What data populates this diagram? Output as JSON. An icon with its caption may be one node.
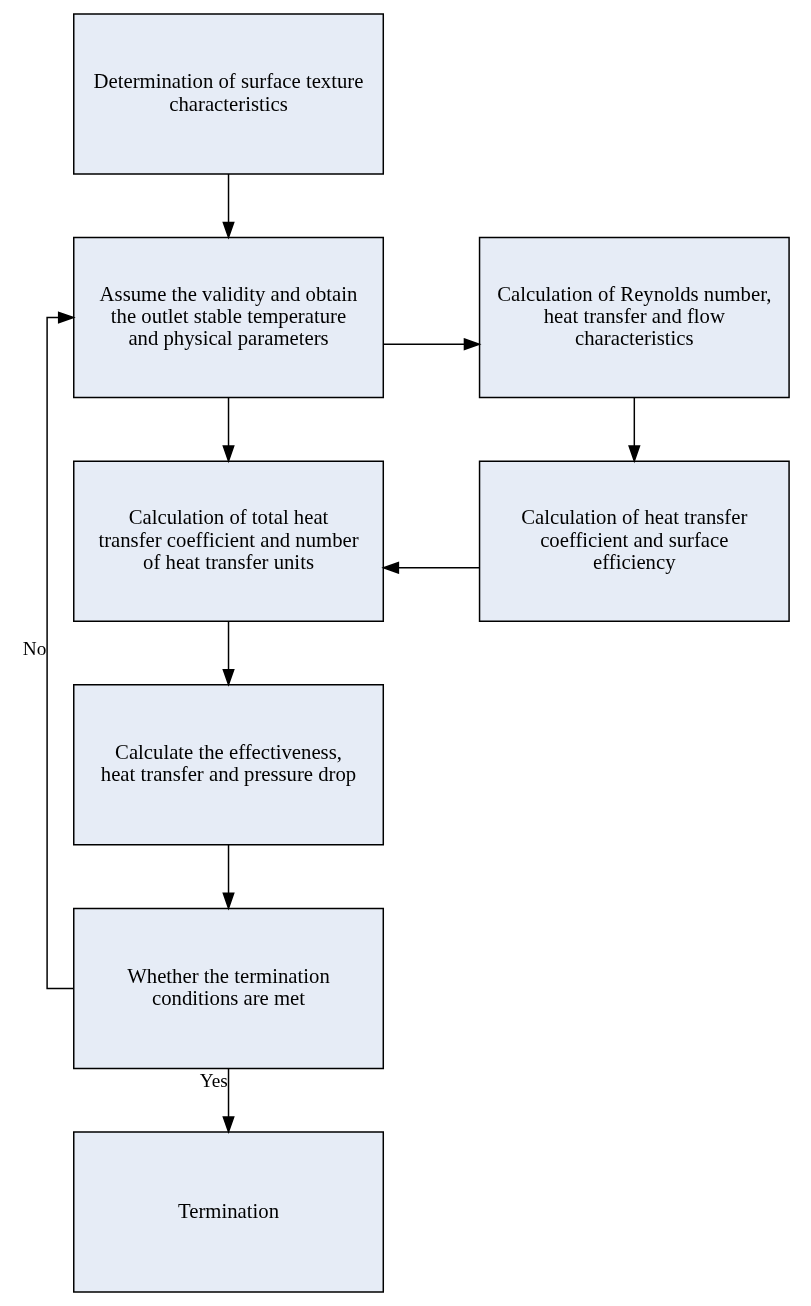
{
  "diagram": {
    "nodes": [
      {
        "text": [
          "Determination of surface texture characteristics"
        ]
      },
      {
        "text": [
          "Assume the validity and obtain the outlet stable temperature and physical parameters"
        ]
      },
      {
        "text": [
          "Calculation of Reynolds number, heat transfer and flow characteristics"
        ]
      },
      {
        "text": [
          "Calculation of total heat transfer coefficient and number of heat transfer units"
        ]
      },
      {
        "text": [
          "Calculation of heat transfer coefficient and surface efficiency"
        ]
      },
      {
        "text": [
          "Calculate the effectiveness, heat transfer and pressure drop"
        ]
      },
      {
        "text": [
          "Whether the termination conditions are met"
        ]
      },
      {
        "text": [
          "Termination"
        ]
      }
    ],
    "edges": [
      {
        "from": 0,
        "to": 1,
        "arrow": "to"
      },
      {
        "from": 1,
        "to": 2,
        "arrow": "to"
      },
      {
        "from": 1,
        "to": 3,
        "arrow": "to"
      },
      {
        "from": 2,
        "to": 4,
        "arrow": "to"
      },
      {
        "from": 4,
        "to": 3,
        "arrow": "to"
      },
      {
        "from": 3,
        "to": 5,
        "arrow": "to"
      },
      {
        "from": 5,
        "to": 6,
        "arrow": "to"
      },
      {
        "from": 6,
        "to": 1,
        "arrow": "to",
        "label": "No"
      },
      {
        "from": 6,
        "to": 7,
        "arrow": "to",
        "label": "Yes"
      }
    ]
  }
}
